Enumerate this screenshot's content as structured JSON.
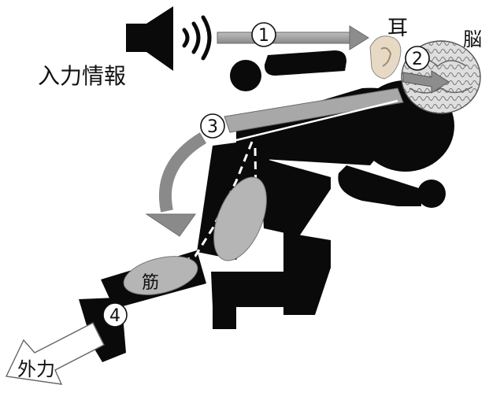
{
  "labels": {
    "input_info": "入力情報",
    "ear": "耳",
    "brain": "脳",
    "muscle": "筋",
    "external_force": "外力"
  },
  "steps": {
    "s1": "1",
    "s2": "2",
    "s3": "3",
    "s4": "4"
  },
  "colors": {
    "figure": "#0a0a0a",
    "arrow_fill": "#9a9a9a",
    "arrow_stroke": "#6a6a6a",
    "muscle_fill": "#b5b5b5",
    "brain_fill": "#d8d8d8",
    "ear_fill": "#e8d9c4"
  },
  "icons": {
    "speaker": "speaker-icon",
    "sound_waves": "sound-waves-icon",
    "ear": "ear-icon",
    "brain": "brain-icon"
  }
}
